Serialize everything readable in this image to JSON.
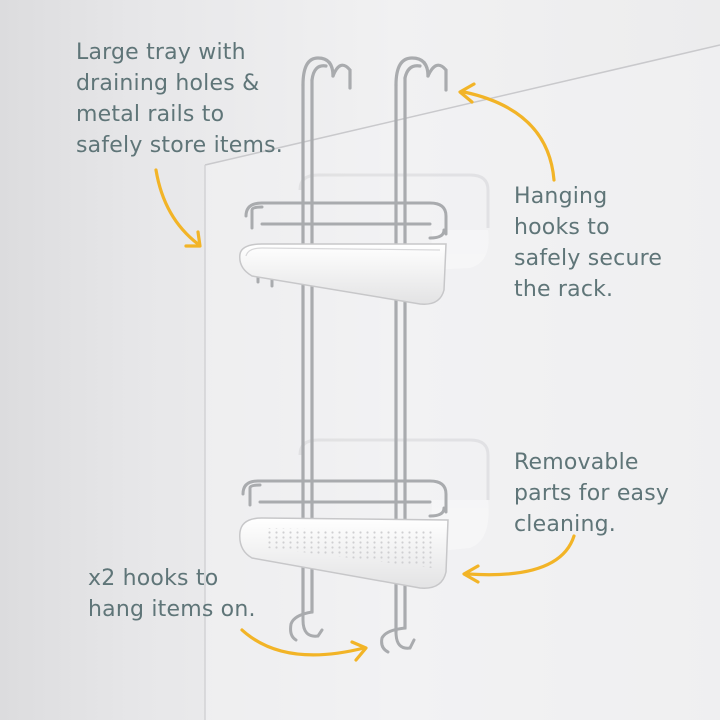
{
  "callouts": {
    "tray": "Large tray with\ndraining holes &\nmetal rails to\nsafely store items.",
    "hanging": "Hanging\nhooks to\nsafely secure\nthe rack.",
    "removable": "Removable\nparts for easy\ncleaning.",
    "hooks": "x2 hooks to\nhang items on."
  },
  "colors": {
    "text": "#5f7578",
    "arrow": "#f2b427",
    "chrome": "#a9abae",
    "tray": "#f7f7f7",
    "glass_edge": "#c9c9cc"
  },
  "icons": {
    "arrow": "curved-arrow-icon"
  }
}
